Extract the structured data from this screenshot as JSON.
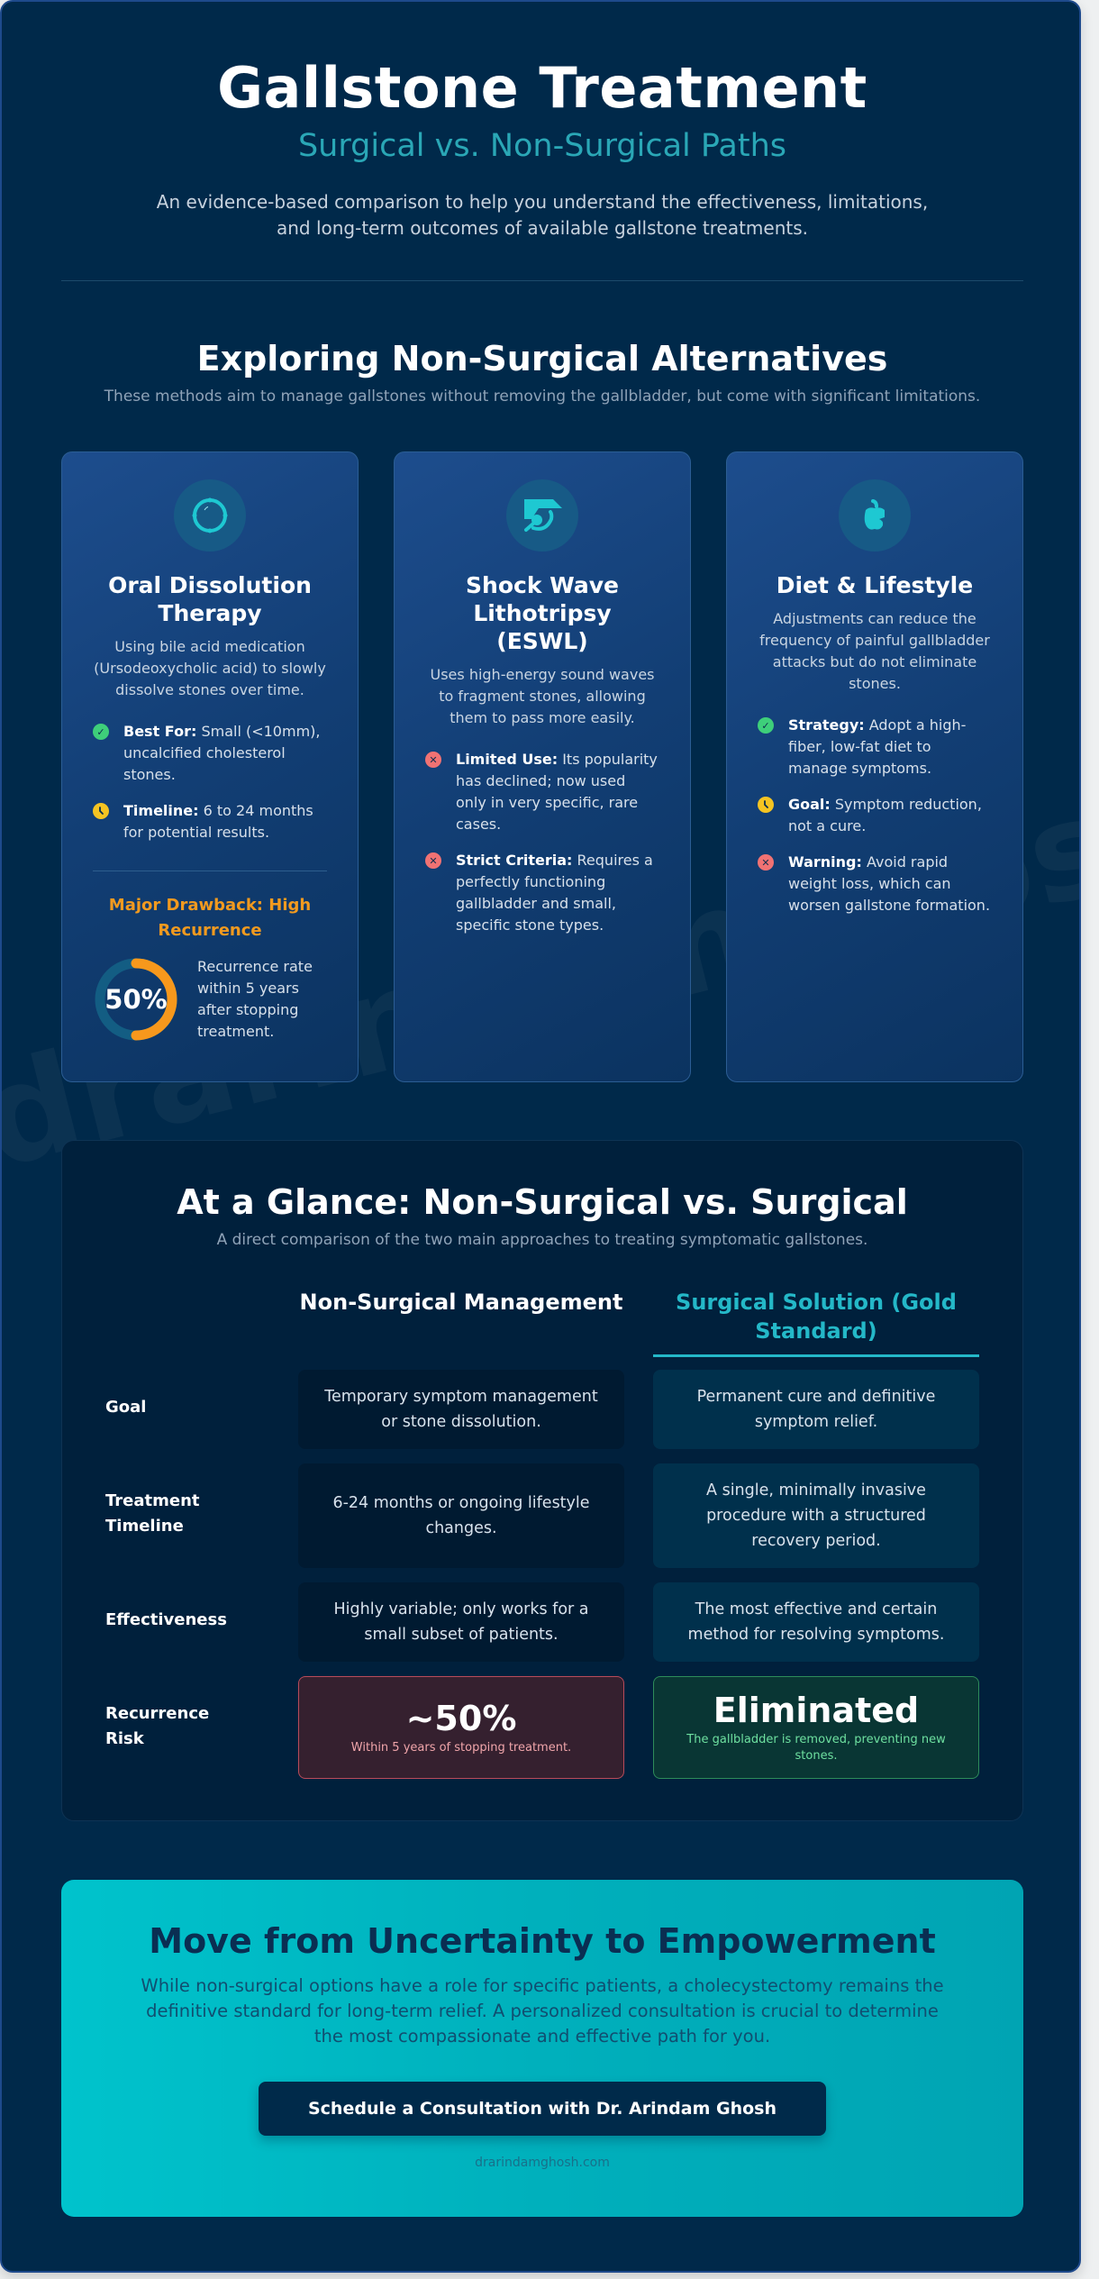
{
  "hero": {
    "title": "Gallstone Treatment",
    "subtitle": "Surgical vs. Non-Surgical Paths",
    "intro": "An evidence-based comparison to help you understand the effectiveness, limitations, and long-term outcomes of available gallstone treatments."
  },
  "watermark": "drarindamghosh.com",
  "alternatives": {
    "title": "Exploring Non-Surgical Alternatives",
    "subtitle": "These methods aim to manage gallstones without removing the gallbladder, but come with significant limitations.",
    "cards": [
      {
        "icon": "pill-circle-icon",
        "title": "Oral Dissolution Therapy",
        "description": "Using bile acid medication (Ursodeoxycholic acid) to slowly dissolve stones over time.",
        "features": [
          {
            "icon": "check",
            "label": "Best For:",
            "text": " Small (<10mm), uncalcified cholesterol stones."
          },
          {
            "icon": "clock",
            "label": "Timeline:",
            "text": " 6 to 24 months for potential results."
          }
        ],
        "drawback": {
          "title": "Major Drawback: High Recurrence",
          "percent": "50%",
          "percent_value": 50,
          "text": "Recurrence rate within 5 years after stopping treatment."
        }
      },
      {
        "icon": "sound-wave-icon",
        "title": "Shock Wave Lithotripsy (ESWL)",
        "description": "Uses high-energy sound waves to fragment stones, allowing them to pass more easily.",
        "features": [
          {
            "icon": "x",
            "label": "Limited Use:",
            "text": " Its popularity has declined; now used only in very specific, rare cases."
          },
          {
            "icon": "x",
            "label": "Strict Criteria:",
            "text": " Requires a perfectly functioning gallbladder and small, specific stone types."
          }
        ]
      },
      {
        "icon": "apple-icon",
        "title": "Diet & Lifestyle",
        "description": "Adjustments can reduce the frequency of painful gallbladder attacks but do not eliminate stones.",
        "features": [
          {
            "icon": "check",
            "label": "Strategy:",
            "text": " Adopt a high-fiber, low-fat diet to manage symptoms."
          },
          {
            "icon": "clock",
            "label": "Goal:",
            "text": " Symptom reduction, not a cure."
          },
          {
            "icon": "x",
            "label": "Warning:",
            "text": " Avoid rapid weight loss, which can worsen gallstone formation."
          }
        ]
      }
    ]
  },
  "comparison": {
    "title": "At a Glance: Non-Surgical vs. Surgical",
    "subtitle": "A direct comparison of the two main approaches to treating symptomatic gallstones.",
    "columns": [
      "Non-Surgical Management",
      "Surgical Solution (Gold Standard)"
    ],
    "rows": [
      {
        "label": "Goal",
        "non_surgical": "Temporary symptom management or stone dissolution.",
        "surgical": "Permanent cure and definitive symptom relief."
      },
      {
        "label": "Treatment Timeline",
        "non_surgical": "6-24 months or ongoing lifestyle changes.",
        "surgical": "A single, minimally invasive procedure with a structured recovery period."
      },
      {
        "label": "Effectiveness",
        "non_surgical": "Highly variable; only works for a small subset of patients.",
        "surgical": "The most effective and certain method for resolving symptoms."
      },
      {
        "label": "Recurrence Risk",
        "non_surgical_big": "~50%",
        "non_surgical": "Within 5 years of stopping treatment.",
        "surgical_big": "Eliminated",
        "surgical": "The gallbladder is removed, preventing new stones."
      }
    ]
  },
  "cta": {
    "title": "Move from Uncertainty to Empowerment",
    "text": "While non-surgical options have a role for specific patients, a cholecystectomy remains the definitive standard for long-term relief. A personalized consultation is crucial to determine the most compassionate and effective path for you.",
    "button_label": "Schedule a Consultation with Dr. Arindam Ghosh",
    "website": "drarindamghosh.com"
  },
  "colors": {
    "background": "#00294a",
    "accent_teal": "#24b8c8",
    "warning_orange": "#f29a1f",
    "success_green": "#3ecf7a",
    "caution_yellow": "#f5c422",
    "danger_red": "#f07273"
  }
}
